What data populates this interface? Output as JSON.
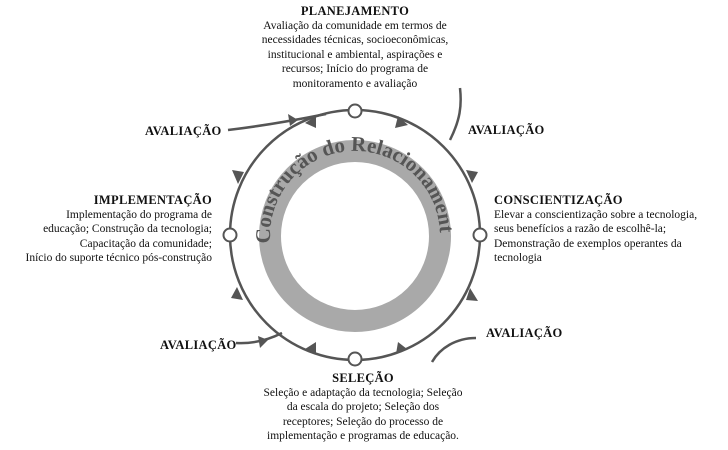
{
  "ring_label": "Construção do Relacionamento",
  "stages": {
    "planejamento": {
      "title": "PLANEJAMENTO",
      "lines": [
        "Avaliação da comunidade em termos de",
        "necessidades técnicas, socioeconômicas,",
        "institucional e ambiental, aspirações e",
        "recursos; Início do programa de",
        "monitoramento e avaliação"
      ]
    },
    "conscientizacao": {
      "title": "CONSCIENTIZAÇÃO",
      "lines": [
        "Elevar a conscientização sobre a tecnologia,",
        "seus benefícios a razão de escolhê-la;",
        "Demonstração de exemplos operantes da",
        "tecnologia"
      ]
    },
    "selecao": {
      "title": "SELEÇÃO",
      "lines": [
        "Seleção e adaptação da tecnologia; Seleção",
        "da escala do projeto; Seleção dos",
        "receptores; Seleção do processo de",
        "implementação e programas de educação."
      ]
    },
    "implementacao": {
      "title": "IMPLEMENTAÇÃO",
      "lines": [
        "Implementação do programa de",
        "educação; Construção da tecnologia;",
        "Capacitação da comunidade;",
        "Início do suporte técnico pós-construção"
      ]
    }
  },
  "evaluations": {
    "top_left": "AVALIAÇÃO",
    "top_right": "AVALIAÇÃO",
    "bottom_right": "AVALIAÇÃO",
    "bottom_left": "AVALIAÇÃO"
  },
  "colors": {
    "cycle_line": "#555555",
    "ring_fill": "#a9a9a9",
    "ring_text": "#555555"
  }
}
